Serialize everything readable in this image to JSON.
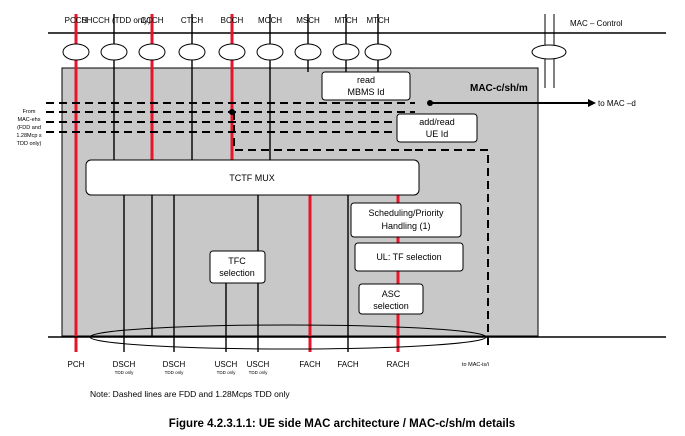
{
  "top_channels": [
    {
      "id": "pcch",
      "label": "PCCH",
      "red": true
    },
    {
      "id": "shcch",
      "label": "SHCCH (TDD only)",
      "red": false
    },
    {
      "id": "ccch",
      "label": "CCCH",
      "red": true
    },
    {
      "id": "ctch",
      "label": "CTCH",
      "red": false
    },
    {
      "id": "bcch",
      "label": "BCCH",
      "red": true
    },
    {
      "id": "mcch",
      "label": "MCCH",
      "red": false
    },
    {
      "id": "msch",
      "label": "MSCH",
      "red": false
    },
    {
      "id": "mtch1",
      "label": "MTCH",
      "red": false
    },
    {
      "id": "mtch2",
      "label": "MTCH",
      "red": false
    }
  ],
  "bottom_channels": [
    {
      "id": "pch",
      "label": "PCH",
      "sub": "",
      "red": true
    },
    {
      "id": "dsch1",
      "label": "DSCH",
      "sub": "TDD only",
      "red": false
    },
    {
      "id": "dsch2",
      "label": "DSCH",
      "sub": "TDD only",
      "red": false
    },
    {
      "id": "usch1",
      "label": "USCH",
      "sub": "TDD only",
      "red": false
    },
    {
      "id": "usch2",
      "label": "USCH",
      "sub": "TDD only",
      "red": false
    },
    {
      "id": "fach1",
      "label": "FACH",
      "sub": "",
      "red": true
    },
    {
      "id": "fach2",
      "label": "FACH",
      "sub": "",
      "red": false
    },
    {
      "id": "rach",
      "label": "RACH",
      "sub": "",
      "red": true
    }
  ],
  "mac_control_label": "MAC – Control",
  "main_block_title": "MAC-c/sh/m",
  "boxes": {
    "read_mbms": [
      "read",
      "MBMS Id"
    ],
    "add_read_ue": [
      "add/read",
      "UE Id"
    ],
    "tctf_mux": "TCTF MUX",
    "scheduling": [
      "Scheduling/Priority",
      "Handling (1)"
    ],
    "ul_tf": "UL: TF selection",
    "tfc": [
      "TFC",
      "selection"
    ],
    "asc": [
      "ASC",
      "selection"
    ]
  },
  "left_input_label": [
    "From",
    "MAC-ehs",
    "(FDD and",
    "1.28Mcp s",
    "TDD only)"
  ],
  "to_mac_d": "to MAC –d",
  "to_mac_is": "to MAC-is/i",
  "note": "Note: Dashed lines are FDD and 1.28Mcps TDD  only",
  "caption": "Figure 4.2.3.1.1: UE side MAC architecture / MAC-c/sh/m details",
  "colors": {
    "red_line": "#e8142a",
    "block_fill": "#c8c8c8",
    "box_fill": "#ffffff",
    "line": "#000000"
  }
}
